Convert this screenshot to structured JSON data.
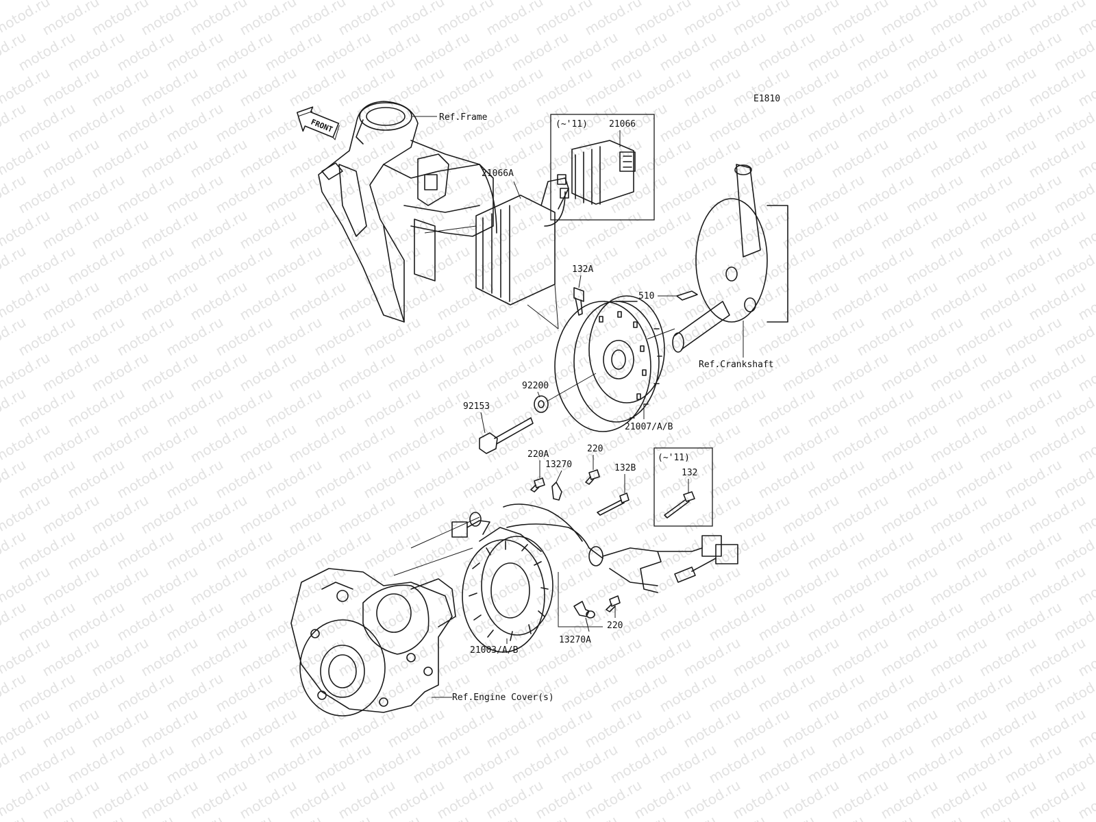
{
  "diagram_code": "E1810",
  "front_arrow_text": "FRONT",
  "watermark_text": "motod.ru",
  "labels": {
    "ref_frame": "Ref.Frame",
    "ref_crankshaft": "Ref.Crankshaft",
    "ref_engine_cover": "Ref.Engine Cover(s)",
    "inset_top_year": "(~'11)",
    "inset_top_part": "21066",
    "inset_bottom_year": "(~'11)",
    "inset_bottom_part": "132",
    "p21066A": "21066A",
    "p132A": "132A",
    "p510": "510",
    "p92200": "92200",
    "p92153": "92153",
    "p21007": "21007/A/B",
    "p220A": "220A",
    "p13270": "13270",
    "p220_top": "220",
    "p132B": "132B",
    "p21003": "21003/A/B",
    "p13270A": "13270A",
    "p220_bottom": "220"
  }
}
